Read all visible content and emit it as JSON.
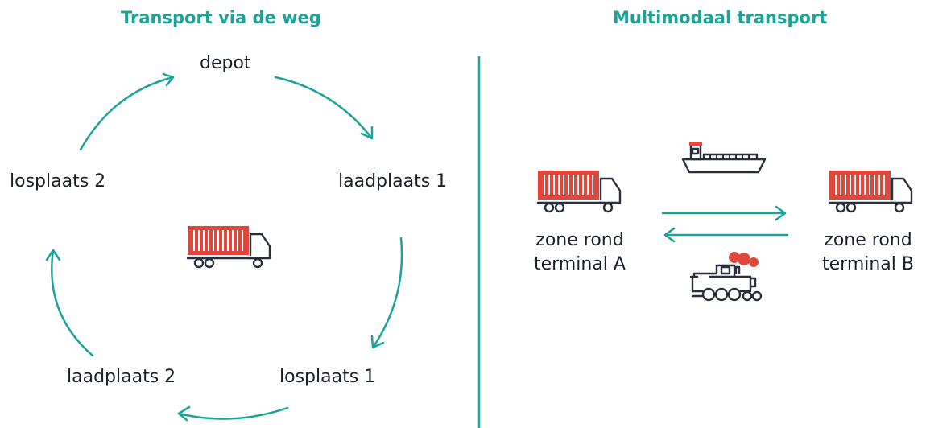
{
  "road": {
    "title": "Transport via de weg",
    "nodes": {
      "depot": "depot",
      "loading_1": "laadplaats 1",
      "unloading_1": "losplaats 1",
      "loading_2": "laadplaats 2",
      "unloading_2": "losplaats 2"
    },
    "vehicle_icon": "container-truck-icon"
  },
  "multimodal": {
    "title": "Multimodaal transport",
    "terminal_a": {
      "line1": "zone rond",
      "line2": "terminal A"
    },
    "terminal_b": {
      "line1": "zone rond",
      "line2": "terminal B"
    },
    "vehicle_icons": [
      "container-truck-icon",
      "barge-ship-icon",
      "steam-train-icon"
    ]
  },
  "colors": {
    "accent": "#1aa399",
    "container_red": "#e0473c",
    "dark": "#2a2f3d"
  }
}
